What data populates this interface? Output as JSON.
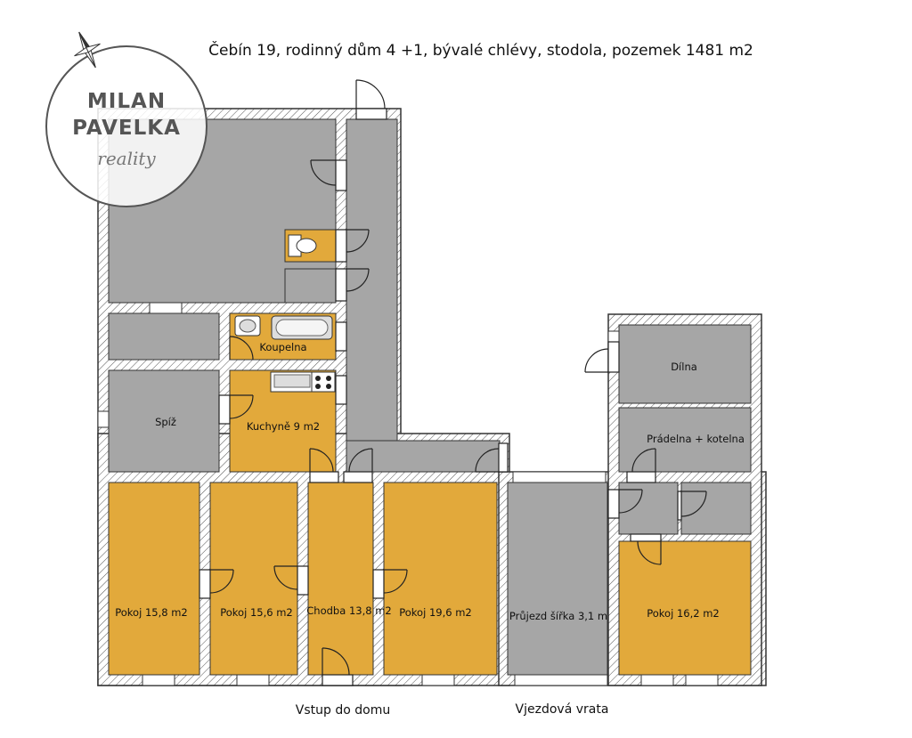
{
  "title": "Čebín 19, rodinný dům 4 +1, bývalé chlévy, stodola, pozemek 1481 m2",
  "logo": {
    "line1": "MILAN",
    "line2": "PAVELKA",
    "script": "reality"
  },
  "rooms": {
    "koupelna": "Koupelna",
    "spiz": "Spíž",
    "kuchyne": "Kuchyně 9 m2",
    "dilna": "Dílna",
    "pradelna": "Prádelna + kotelna",
    "pokoj1": "Pokoj 15,8 m2",
    "pokoj2": "Pokoj 15,6 m2",
    "chodba": "Chodba 13,8 m2",
    "pokoj3": "Pokoj 19,6 m2",
    "prujezd": "Průjezd šířka 3,1 m",
    "pokoj4": "Pokoj 16,2 m2"
  },
  "captions": {
    "entrance": "Vstup do domu",
    "gate": "Vjezdová vrata"
  },
  "colors": {
    "room_orange": "#e2a93b",
    "room_gray": "#a6a6a6",
    "wall": "#ffffff",
    "wall_outline": "#333333"
  },
  "icons": [
    "compass-icon",
    "toilet-icon",
    "bathtub-icon",
    "sink-icon",
    "stove-icon",
    "door-icon",
    "window-icon"
  ]
}
